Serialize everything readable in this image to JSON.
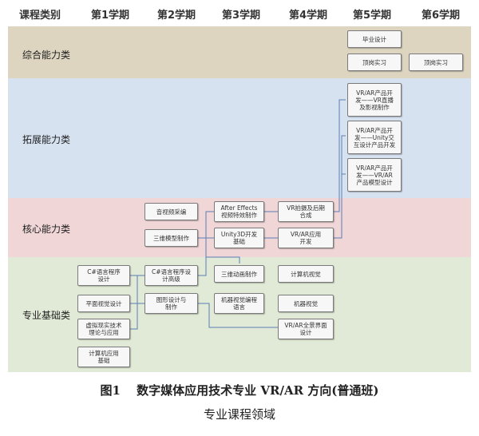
{
  "header": {
    "category": "课程类别",
    "terms": [
      "第1学期",
      "第2学期",
      "第3学期",
      "第4学期",
      "第5学期",
      "第6学期"
    ]
  },
  "bands": {
    "comprehensive": {
      "label": "综合能力类",
      "color": "#ddd5c0"
    },
    "expansion": {
      "label": "拓展能力类",
      "color": "#d7e2f1"
    },
    "core": {
      "label": "核心能力类",
      "color": "#f0d6d6"
    },
    "foundation": {
      "label": "专业基础类",
      "color": "#e0ead6"
    }
  },
  "courses": {
    "graduation_design": "毕业设计",
    "internship_t5": "顶岗实习",
    "internship_t6": "顶岗实习",
    "vr_film": "VR/AR产品开\n发——VR直播\n及影视制作",
    "unity_interaction": "VR/AR产品开\n发——Unity交\n互设计产品开发",
    "vr_model_design": "VR/AR产品开\n发——VR/AR\n产品模型设计",
    "av_capture": "音视频采编",
    "modeling_3d": "三维模型制作",
    "after_effects": "After Effects\n视频特效制作",
    "unity3d_basics": "Unity3D开发\n基础",
    "vr_shooting": "VR拍摄及后期\n合成",
    "vr_app_dev": "VR/AR应用\n开发",
    "csharp_design": "C#语言程序\n设计",
    "csharp_advanced": "C#语言程序设\n计高级",
    "plane_visual": "平面视觉设计",
    "graphic_design": "图形设计与\n制作",
    "vr_theory": "虚拟现实技术\n理论与应用",
    "computer_app": "计算机应用\n基础",
    "animation_3d": "三维动画制作",
    "machine_vision_lang": "机器视觉编程\n语言",
    "vr_panorama": "VR/AR全景界面\n设计",
    "computer_vision": "计算机视觉",
    "machine_vision": "机器视觉"
  },
  "caption": {
    "line1": "图1　 数字媒体应用技术专业 VR/AR 方向(普通班)",
    "line2": "专业课程领域"
  }
}
